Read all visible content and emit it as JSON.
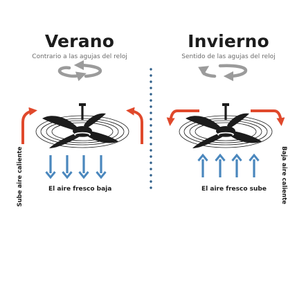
{
  "colors": {
    "warm_arrow": "#e0492c",
    "cool_arrow": "#4a87bd",
    "rotation_arrow": "#9b9b9b",
    "fan": "#1c1c1c",
    "divider": "#2f5f8a"
  },
  "summer": {
    "title": "Verano",
    "subtitle": "Contrario a las agujas del reloj",
    "air_label": "El aire fresco baja",
    "side_label": "Sube aire caliente",
    "icon": "counter-clockwise-arrows-icon"
  },
  "winter": {
    "title": "Invierno",
    "subtitle": "Sentido de las agujas del reloj",
    "air_label": "El aire fresco sube",
    "side_label": "Baja aire caliente",
    "icon": "clockwise-arrows-icon"
  }
}
